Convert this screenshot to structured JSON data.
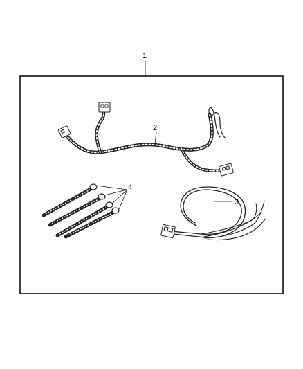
{
  "diagram": {
    "callouts": [
      {
        "id": "kit",
        "label": "1"
      },
      {
        "id": "harness",
        "label": "2"
      },
      {
        "id": "pigtail",
        "label": "3"
      },
      {
        "id": "ties",
        "label": "4"
      }
    ]
  }
}
